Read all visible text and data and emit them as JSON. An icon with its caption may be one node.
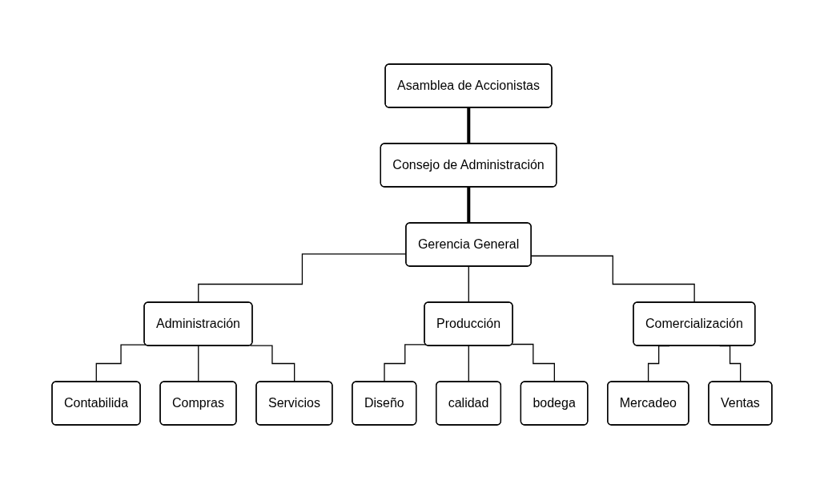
{
  "diagram": {
    "nodes": [
      {
        "text": [
          "Asamblea de Accionistas"
        ]
      },
      {
        "text": [
          "Consejo de Administración"
        ]
      },
      {
        "text": [
          "Gerencia General"
        ]
      },
      {
        "text": [
          "Administración"
        ]
      },
      {
        "text": [
          "Producción"
        ]
      },
      {
        "text": [
          "Comercialización"
        ]
      },
      {
        "text": [
          "Contabilida"
        ]
      },
      {
        "text": [
          "Compras"
        ]
      },
      {
        "text": [
          "Servicios"
        ]
      },
      {
        "text": [
          "Diseño"
        ]
      },
      {
        "text": [
          "calidad"
        ]
      },
      {
        "text": [
          "bodega"
        ]
      },
      {
        "text": [
          "Mercadeo"
        ]
      },
      {
        "text": [
          "Ventas"
        ]
      }
    ],
    "edges": [
      {
        "from": 0,
        "to": 1,
        "arrow": "none",
        "style": "thick"
      },
      {
        "from": 1,
        "to": 2,
        "arrow": "none",
        "style": "thick"
      },
      {
        "from": 2,
        "to": 3,
        "arrow": "none"
      },
      {
        "from": 2,
        "to": 4,
        "arrow": "none"
      },
      {
        "from": 2,
        "to": 5,
        "arrow": "none"
      },
      {
        "from": 3,
        "to": 6,
        "arrow": "none"
      },
      {
        "from": 3,
        "to": 7,
        "arrow": "none"
      },
      {
        "from": 3,
        "to": 8,
        "arrow": "none"
      },
      {
        "from": 4,
        "to": 9,
        "arrow": "none"
      },
      {
        "from": 4,
        "to": 10,
        "arrow": "none"
      },
      {
        "from": 4,
        "to": 11,
        "arrow": "none"
      },
      {
        "from": 5,
        "to": 12,
        "arrow": "none"
      },
      {
        "from": 5,
        "to": 13,
        "arrow": "none"
      }
    ]
  }
}
